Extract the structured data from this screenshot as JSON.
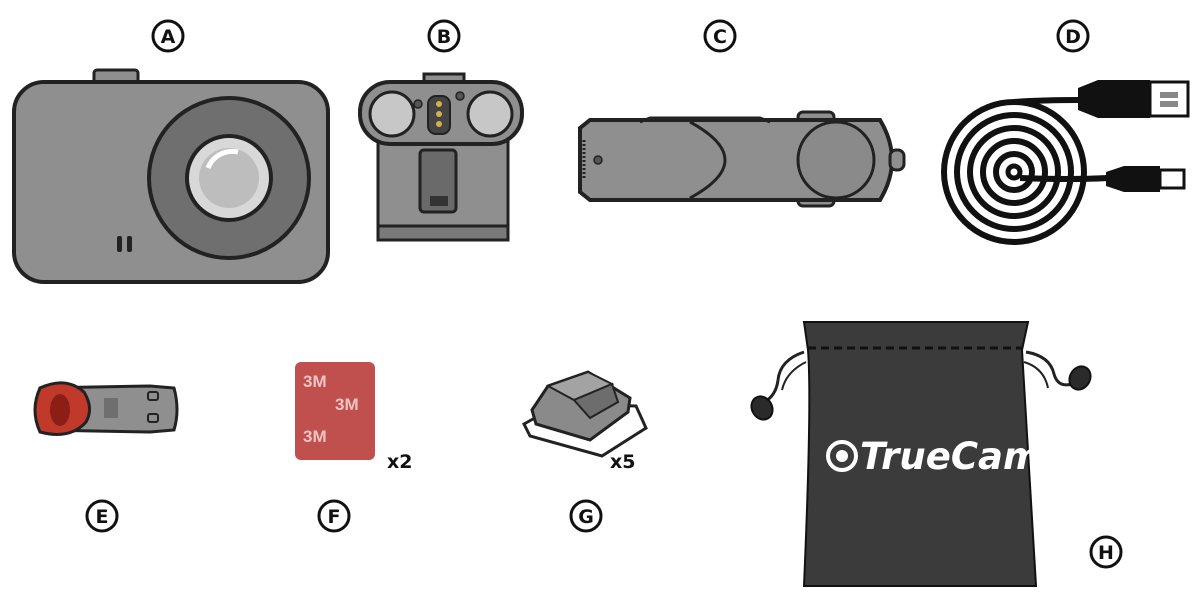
{
  "items": [
    {
      "letter": "A"
    },
    {
      "letter": "B"
    },
    {
      "letter": "C"
    },
    {
      "letter": "D"
    },
    {
      "letter": "E"
    },
    {
      "letter": "F",
      "quantity": "x2",
      "pad_text": "3M"
    },
    {
      "letter": "G",
      "quantity": "x5"
    },
    {
      "letter": "H",
      "brand": "TrueCam"
    }
  ],
  "colors": {
    "device_gray": "#8f8f8f",
    "outline": "#222222",
    "adhesive_red": "#c0504d",
    "pouch": "#3b3b3b",
    "card_reader_red": "#c0392b"
  }
}
